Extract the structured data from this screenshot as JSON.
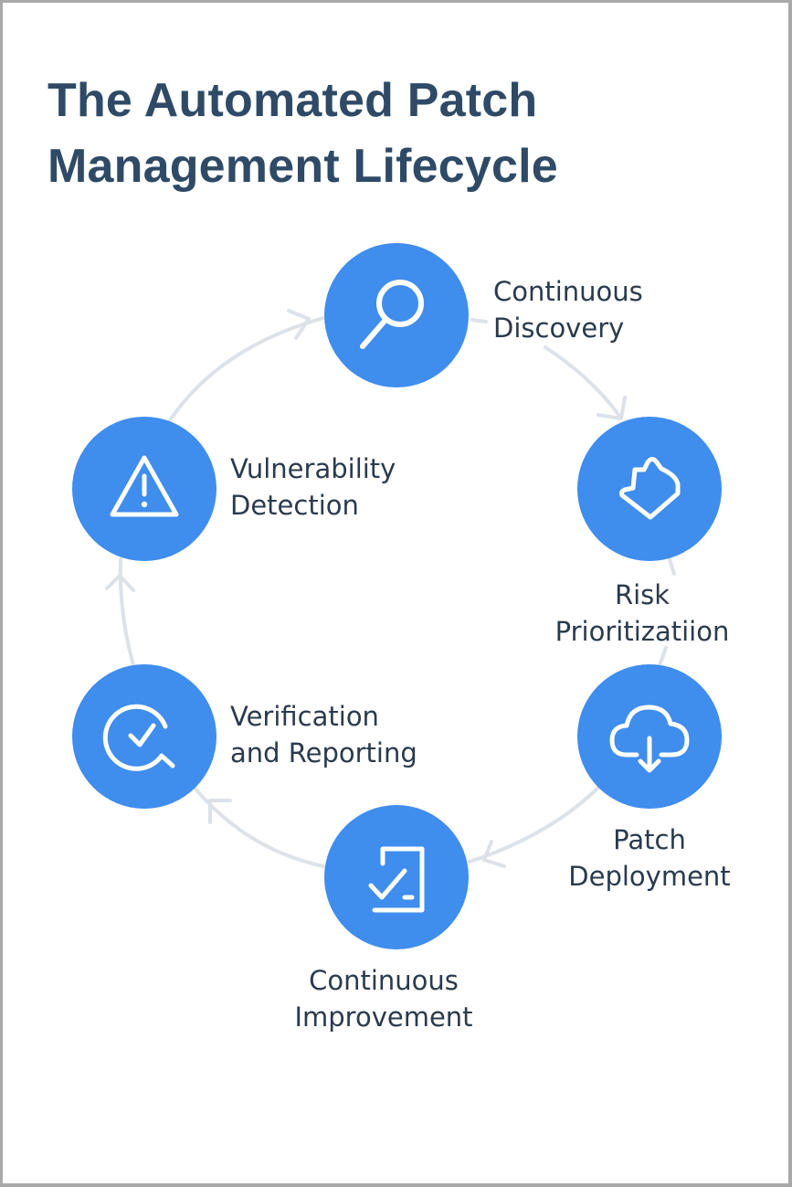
{
  "title": {
    "line1": "The Automated Patch",
    "line2": "Management Lifecycle"
  },
  "colors": {
    "node_fill": "#3f8ded",
    "icon_stroke": "#ffffff",
    "connector": "#dde2e8",
    "title_text": "#2e4a66",
    "label_text": "#2b3a4c"
  },
  "stages": [
    {
      "id": "discovery",
      "icon": "magnifier-icon",
      "line1": "Continuous",
      "line2": "Discovery"
    },
    {
      "id": "prioritization",
      "icon": "tag-shape-icon",
      "line1": "Risk",
      "line2": "Prioritizatiion"
    },
    {
      "id": "deployment",
      "icon": "cloud-download-icon",
      "line1": "Patch",
      "line2": "Deployment"
    },
    {
      "id": "improvement",
      "icon": "document-check-icon",
      "line1": "Continuous",
      "line2": "Improvement"
    },
    {
      "id": "verification",
      "icon": "check-search-icon",
      "line1": "Verification",
      "line2": "and Reporting"
    },
    {
      "id": "detection",
      "icon": "warning-triangle-icon",
      "line1": "Vulnerability",
      "line2": "Detection"
    }
  ]
}
